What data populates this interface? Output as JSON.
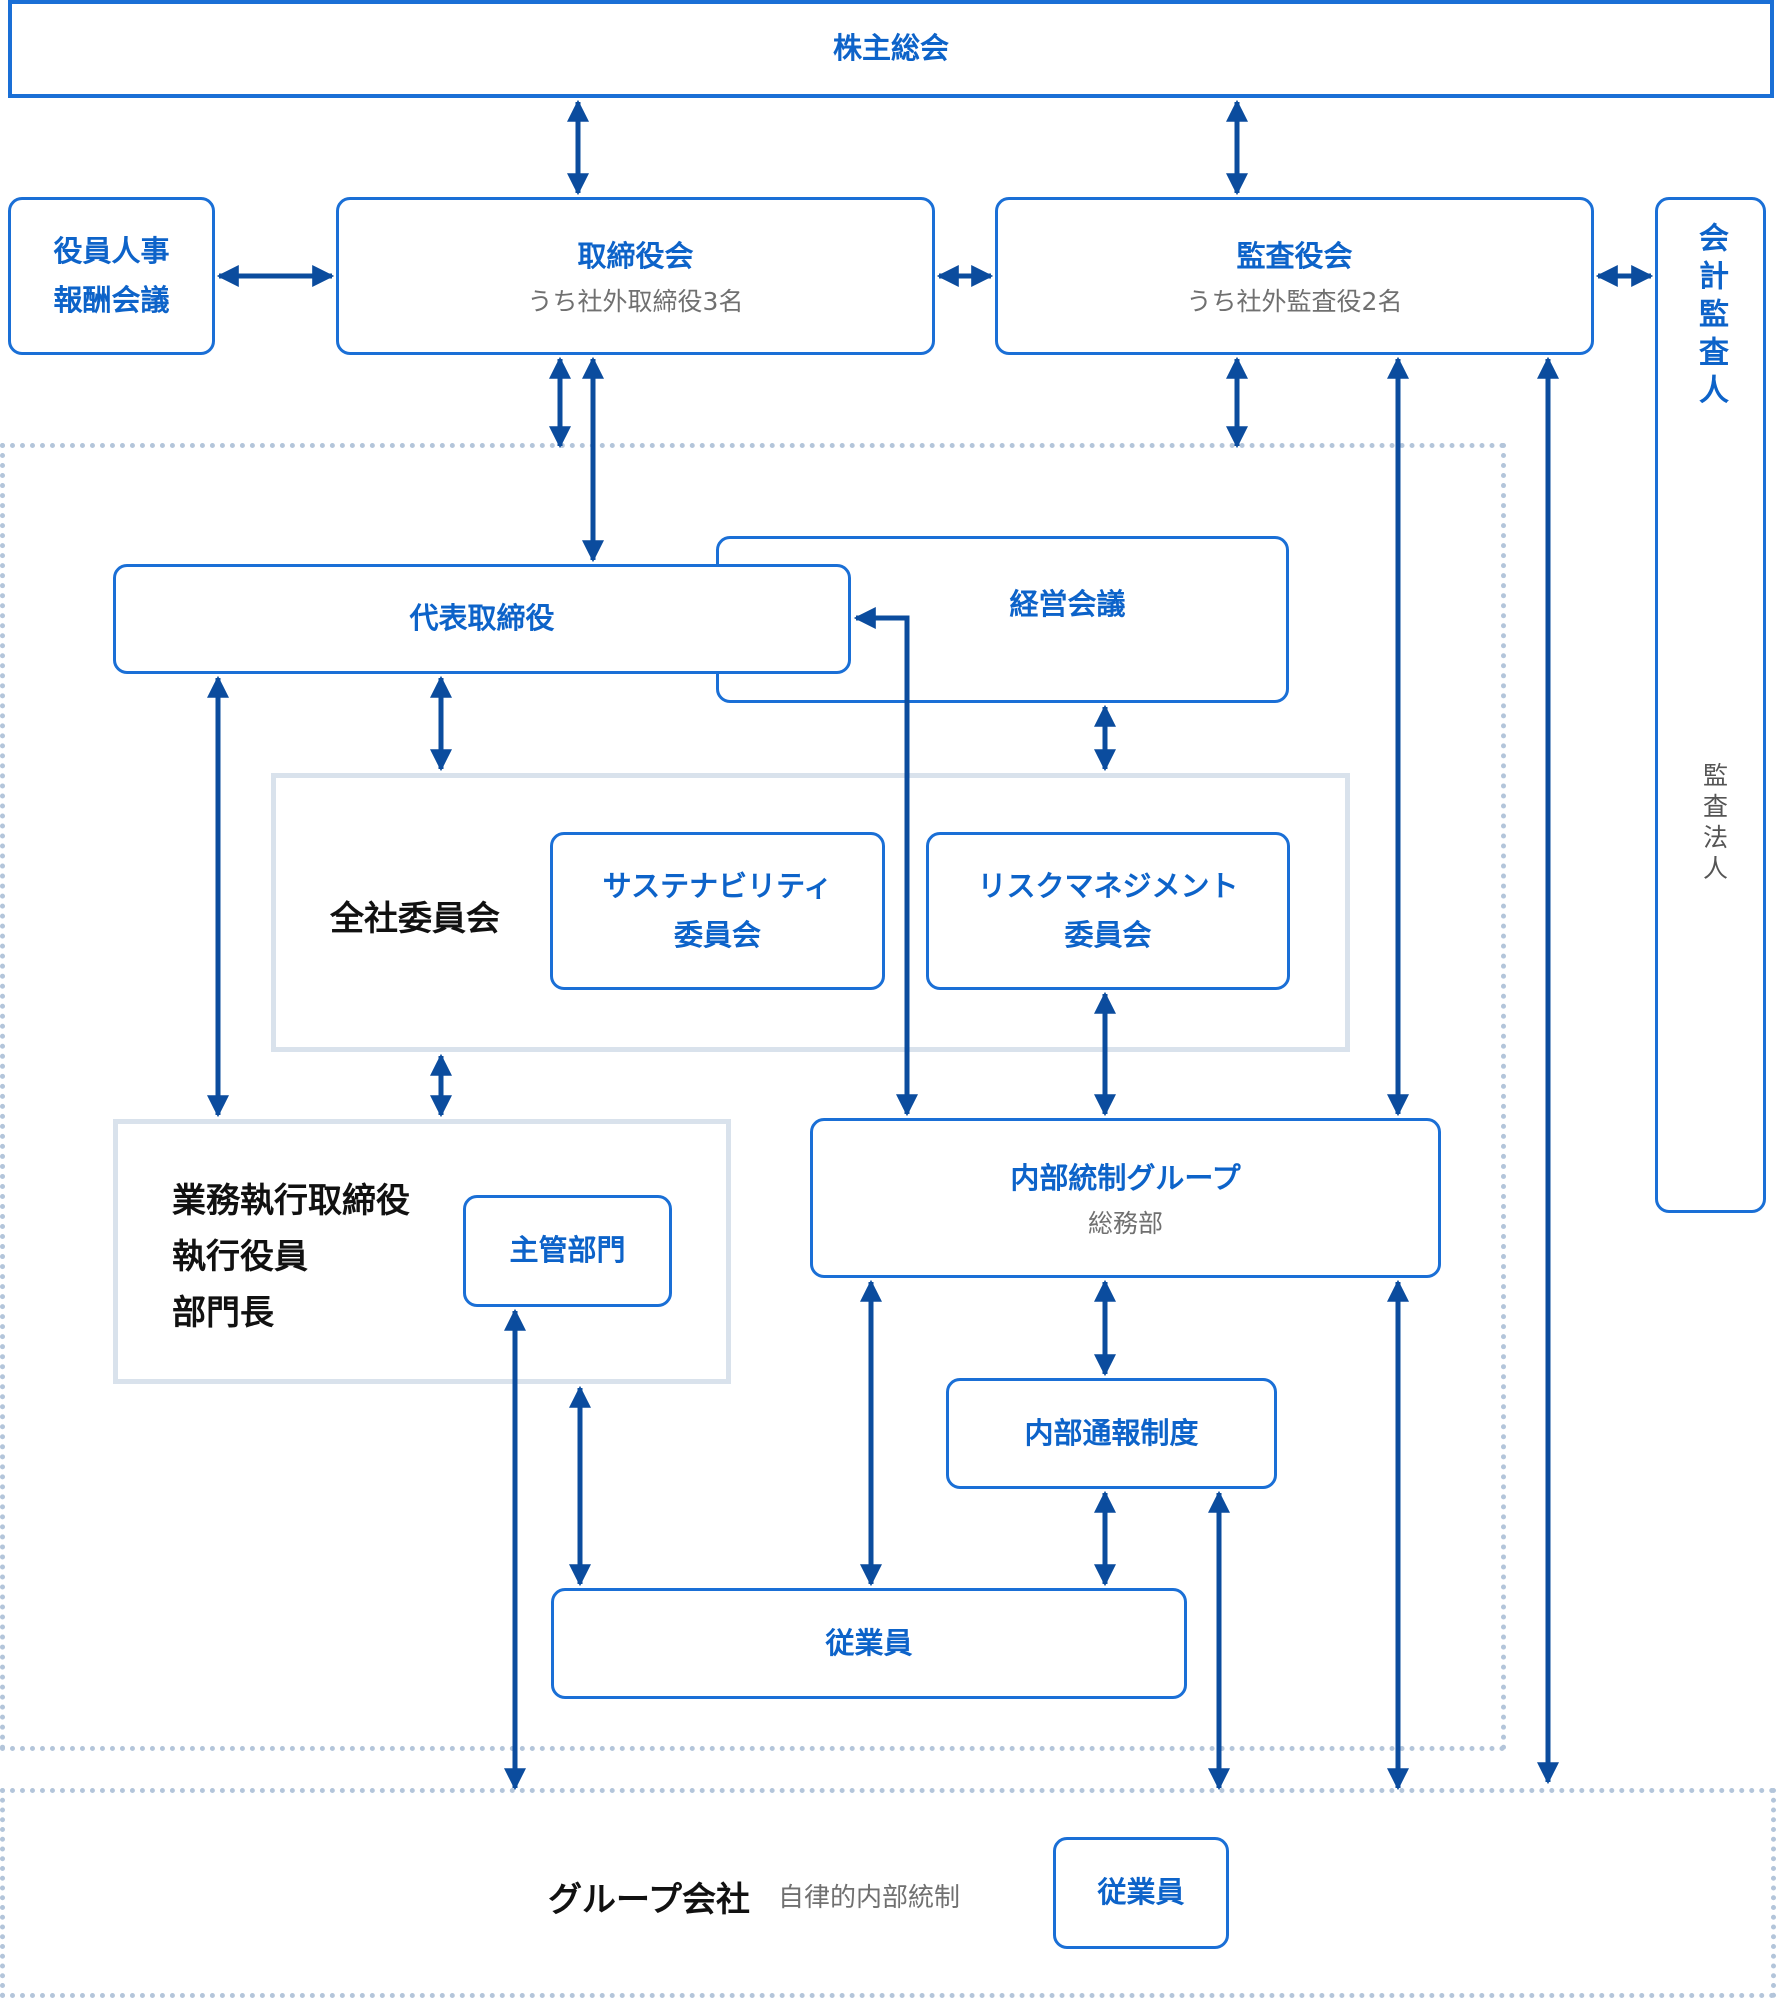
{
  "shareholders": "株主総会",
  "nomination": {
    "line1": "役員人事",
    "line2": "報酬会議"
  },
  "board": {
    "title": "取締役会",
    "note": "うち社外取締役3名"
  },
  "audit_board": {
    "title": "監査役会",
    "note": "うち社外監査役2名"
  },
  "auditor": {
    "title": "会計監査人",
    "note": "監査法人"
  },
  "representative": "代表取締役",
  "management_meeting": "経営会議",
  "committees": {
    "label": "全社委員会",
    "sustainability": {
      "line1": "サステナビリティ",
      "line2": "委員会"
    },
    "risk": {
      "line1": "リスクマネジメント",
      "line2": "委員会"
    }
  },
  "executives": {
    "lines": [
      "業務執行取締役",
      "執行役員",
      "部門長"
    ],
    "department": "主管部門"
  },
  "internal_control": {
    "title": "内部統制グループ",
    "note": "総務部"
  },
  "whistleblowing": "内部通報制度",
  "employees": "従業員",
  "group": {
    "title": "グループ会社",
    "note": "自律的内部統制",
    "employees": "従業員"
  },
  "colors": {
    "accent": "#0d63c9",
    "border": "#1a6fd6",
    "arrow": "#0b4c9e",
    "dotted": "#b3c5da",
    "panel": "#d9e2ec"
  }
}
